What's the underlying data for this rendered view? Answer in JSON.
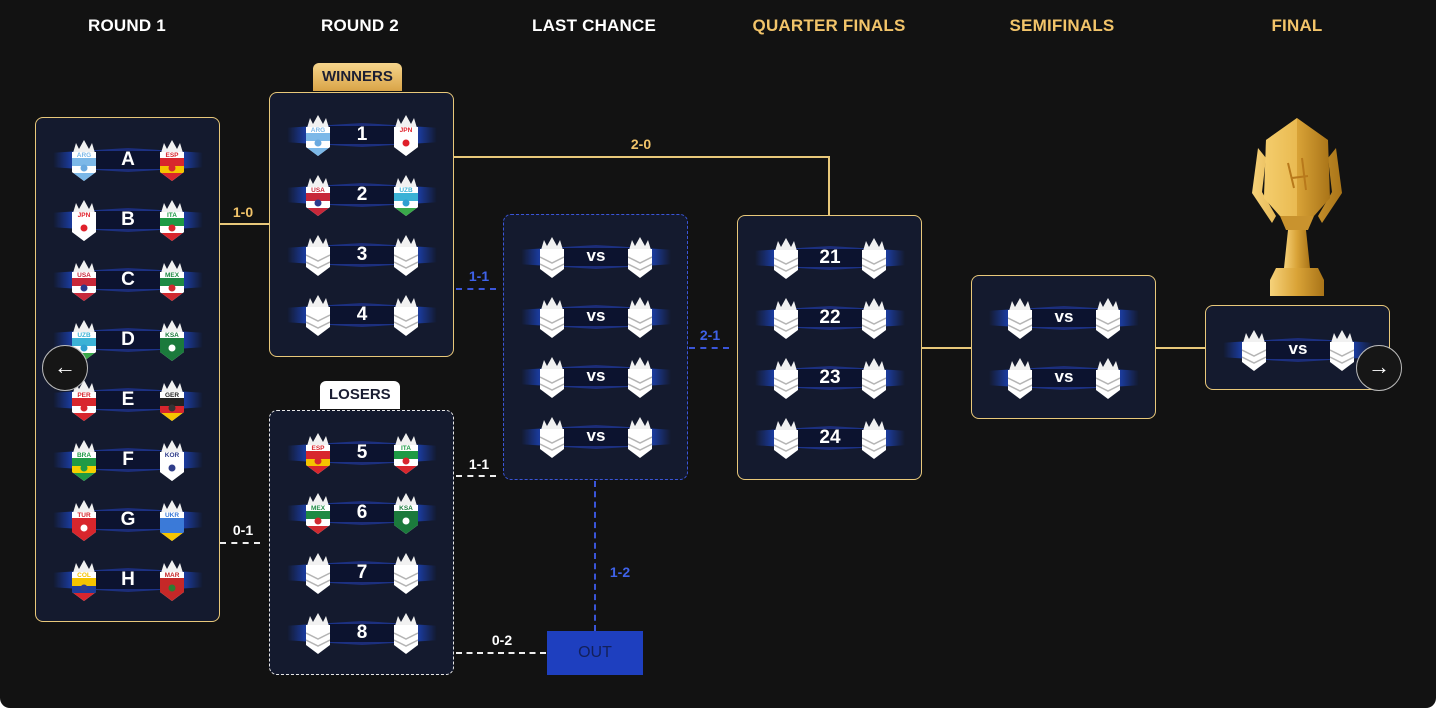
{
  "headers": [
    {
      "label": "ROUND 1",
      "gold": false
    },
    {
      "label": "ROUND 2",
      "gold": false
    },
    {
      "label": "LAST CHANCE",
      "gold": false
    },
    {
      "label": "QUARTER FINALS",
      "gold": true
    },
    {
      "label": "SEMIFINALS",
      "gold": true
    },
    {
      "label": "FINAL",
      "gold": true
    }
  ],
  "tags": {
    "winners": "WINNERS",
    "losers": "LOSERS"
  },
  "round1": [
    {
      "label": "A",
      "home": "ARG",
      "away": "ESP"
    },
    {
      "label": "B",
      "home": "JPN",
      "away": "ITA"
    },
    {
      "label": "C",
      "home": "USA",
      "away": "MEX"
    },
    {
      "label": "D",
      "home": "UZB",
      "away": "KSA"
    },
    {
      "label": "E",
      "home": "PER",
      "away": "GER"
    },
    {
      "label": "F",
      "home": "BRA",
      "away": "KOR"
    },
    {
      "label": "G",
      "home": "TUR",
      "away": "UKR"
    },
    {
      "label": "H",
      "home": "COL",
      "away": "MAR"
    }
  ],
  "winners": [
    {
      "label": "1",
      "home": "ARG",
      "away": "JPN"
    },
    {
      "label": "2",
      "home": "USA",
      "away": "UZB"
    },
    {
      "label": "3",
      "home": "",
      "away": ""
    },
    {
      "label": "4",
      "home": "",
      "away": ""
    }
  ],
  "losers": [
    {
      "label": "5",
      "home": "ESP",
      "away": "ITA"
    },
    {
      "label": "6",
      "home": "MEX",
      "away": "KSA"
    },
    {
      "label": "7",
      "home": "",
      "away": ""
    },
    {
      "label": "8",
      "home": "",
      "away": ""
    }
  ],
  "last_chance": [
    {
      "label": "vs"
    },
    {
      "label": "vs"
    },
    {
      "label": "vs"
    },
    {
      "label": "vs"
    }
  ],
  "quarter_finals": [
    {
      "label": "21"
    },
    {
      "label": "22"
    },
    {
      "label": "23"
    },
    {
      "label": "24"
    }
  ],
  "semifinals": [
    {
      "label": "vs"
    },
    {
      "label": "vs"
    }
  ],
  "final": [
    {
      "label": "vs"
    }
  ],
  "scores": {
    "r1_win": "1-0",
    "r1_lose": "0-1",
    "win_to_qf": "2-0",
    "win_to_lc": "1-1",
    "lose_to_lc": "1-1",
    "lc_to_qf": "2-1",
    "lc_to_out": "1-2",
    "lose_to_out": "0-2"
  },
  "out_label": "OUT",
  "nav": {
    "prev": "←",
    "next": "→"
  },
  "flags": {
    "ARG": [
      "#7cb8e8",
      "#ffffff",
      "#7cb8e8",
      "#6aa9df"
    ],
    "ESP": [
      "#d8262d",
      "#f5c400",
      "#d8262d",
      "#d8262d"
    ],
    "JPN": [
      "#ffffff",
      "#ffffff",
      "#ffffff",
      "#e0202a"
    ],
    "ITA": [
      "#1d9a45",
      "#ffffff",
      "#d8262d",
      "#d8262d"
    ],
    "USA": [
      "#c8283a",
      "#ffffff",
      "#c8283a",
      "#2b3a8c"
    ],
    "MEX": [
      "#1f8a44",
      "#ffffff",
      "#d02a30",
      "#d02a30"
    ],
    "UZB": [
      "#3bb2d6",
      "#ffffff",
      "#39a94a",
      "#2f9fd0"
    ],
    "KSA": [
      "#1b7a3c",
      "#1b7a3c",
      "#1b7a3c",
      "#ffffff"
    ],
    "PER": [
      "#d8262d",
      "#ffffff",
      "#d8262d",
      "#d8262d"
    ],
    "GER": [
      "#222222",
      "#d8262d",
      "#f5c400",
      "#333333"
    ],
    "BRA": [
      "#1f9a45",
      "#f5d000",
      "#1f9a45",
      "#1f9a45"
    ],
    "KOR": [
      "#ffffff",
      "#ffffff",
      "#ffffff",
      "#2f3d8a"
    ],
    "TUR": [
      "#d8262d",
      "#d8262d",
      "#d8262d",
      "#ffffff"
    ],
    "UKR": [
      "#3b7ad8",
      "#3b7ad8",
      "#f5c400",
      "#3b7ad8"
    ],
    "COL": [
      "#f5c400",
      "#1f3d9a",
      "#d8262d",
      "#2f3d8a"
    ],
    "MAR": [
      "#c62828",
      "#c62828",
      "#c62828",
      "#2e7d32"
    ]
  }
}
